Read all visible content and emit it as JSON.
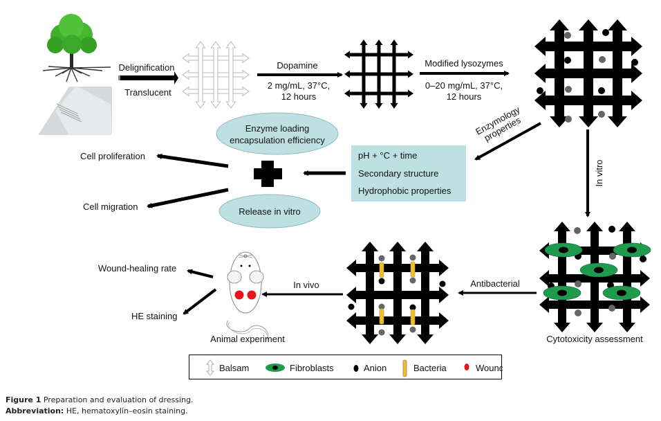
{
  "process": {
    "step1": {
      "label_top": "Delignification",
      "label_bottom": "Translucent"
    },
    "step2": {
      "label_top": "Dopamine",
      "label_bottom_1": "2 mg/mL, 37°C,",
      "label_bottom_2": "12 hours"
    },
    "step3": {
      "label_top": "Modified lysozymes",
      "label_bottom_1": "0–20 mg/mL, 37°C,",
      "label_bottom_2": "12 hours"
    },
    "enzymology": {
      "line1": "Enzymology",
      "line2": "properties"
    },
    "in_vitro": "In vitro",
    "antibacterial": "Antibacterial",
    "in_vivo": "In vivo",
    "cytotoxicity": "Cytotoxicity assessment",
    "animal_experiment": "Animal experiment"
  },
  "center": {
    "ellipse_top_1": "Enzyme loading",
    "ellipse_top_2": "encapsulation efficiency",
    "ellipse_bottom": "Release in vitro",
    "box_items": [
      "pH + °C + time",
      "Secondary structure",
      "Hydrophobic properties"
    ],
    "cell_proliferation": "Cell proliferation",
    "cell_migration": "Cell migration"
  },
  "outcomes": {
    "wound_healing": "Wound-healing rate",
    "he_staining": "HE staining"
  },
  "legend": [
    {
      "icon": "balsam-icon",
      "label": "Balsam"
    },
    {
      "icon": "fibroblast-icon",
      "label": "Fibroblasts"
    },
    {
      "icon": "anion-icon",
      "label": "Anion"
    },
    {
      "icon": "bacteria-icon",
      "label": "Bacteria"
    },
    {
      "icon": "wound-icon",
      "label": "Wound"
    }
  ],
  "caption": {
    "figure_label": "Figure 1",
    "figure_text": " Preparation and evaluation of dressing.",
    "abbr_label": "Abbreviation:",
    "abbr_text": " HE, hematoxylin–eosin staining."
  },
  "colors": {
    "ellipse_fill": "#bfe0e3",
    "box_fill": "#bde0e3",
    "fibroblast": "#1f9a4f",
    "bacteria": "#f0c020",
    "wound": "#e8141a",
    "tree": "#3fae2a"
  }
}
